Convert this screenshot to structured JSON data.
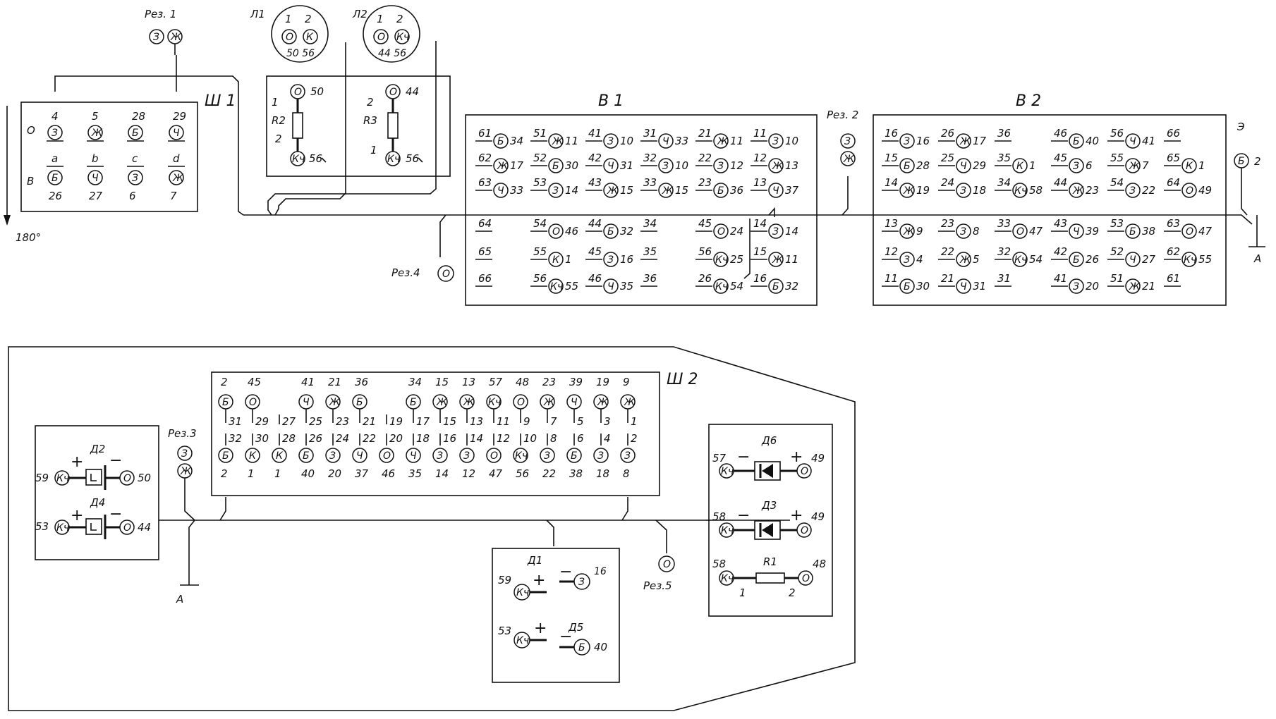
{
  "ref_a": "А",
  "angle": "180°",
  "shunts": {
    "rez1": "Рез. 1",
    "rez2": "Рез. 2",
    "rez3": "Рез.3",
    "rez4": "Рез.4",
    "rez5": "Рез.5",
    "e": "Э"
  },
  "lamps": {
    "l1": "Л1",
    "l2": "Л2",
    "l1_pins": "50 56",
    "l2_pins": "44 56"
  },
  "resistors": {
    "r1": "R1",
    "r2": "R2",
    "r3": "R3"
  },
  "diodes": {
    "d1": "Д1",
    "d2": "Д2",
    "d3": "Д3",
    "d4": "Д4",
    "d5": "Д5",
    "d6": "Д6"
  },
  "sh1": {
    "title": "Ш 1",
    "row_o": "О",
    "row_v": "В",
    "top": [
      {
        "above": "4",
        "c": "З"
      },
      {
        "above": "5",
        "c": "Ж"
      },
      {
        "above": "28",
        "c": "Б"
      },
      {
        "above": "29",
        "c": "Ч"
      }
    ],
    "bottom": [
      {
        "above": "a",
        "c": "Б",
        "below": "26"
      },
      {
        "above": "b",
        "c": "Ч",
        "below": "27"
      },
      {
        "above": "c",
        "c": "З",
        "below": "6"
      },
      {
        "above": "d",
        "c": "Ж",
        "below": "7"
      }
    ]
  },
  "b1": {
    "title": "В 1",
    "upper": [
      [
        {
          "p": "61",
          "c": "Б",
          "w": "34"
        },
        {
          "p": "62",
          "c": "Ж",
          "w": "17"
        },
        {
          "p": "63",
          "c": "Ч",
          "w": "33"
        }
      ],
      [
        {
          "p": "51",
          "c": "Ж",
          "w": "11"
        },
        {
          "p": "52",
          "c": "Б",
          "w": "30"
        },
        {
          "p": "53",
          "c": "З",
          "w": "14"
        }
      ],
      [
        {
          "p": "41",
          "c": "З",
          "w": "10"
        },
        {
          "p": "42",
          "c": "Ч",
          "w": "31"
        },
        {
          "p": "43",
          "c": "Ж",
          "w": "15"
        }
      ],
      [
        {
          "p": "31",
          "c": "Ч",
          "w": "33"
        },
        {
          "p": "32",
          "c": "З",
          "w": "10"
        },
        {
          "p": "33",
          "c": "Ж",
          "w": "15"
        }
      ],
      [
        {
          "p": "21",
          "c": "Ж",
          "w": "11"
        },
        {
          "p": "22",
          "c": "З",
          "w": "12"
        },
        {
          "p": "23",
          "c": "Б",
          "w": "36"
        }
      ],
      [
        {
          "p": "11",
          "c": "З",
          "w": "10"
        },
        {
          "p": "12",
          "c": "Ж",
          "w": "13"
        },
        {
          "p": "13",
          "c": "Ч",
          "w": "37"
        }
      ]
    ],
    "lower": [
      [
        {
          "p": "64",
          "c": "",
          "w": ""
        },
        {
          "p": "65",
          "c": "",
          "w": ""
        },
        {
          "p": "66",
          "c": "",
          "w": ""
        }
      ],
      [
        {
          "p": "54",
          "c": "О",
          "w": "46"
        },
        {
          "p": "55",
          "c": "К",
          "w": "1"
        },
        {
          "p": "56",
          "c": "Кч",
          "w": "55"
        }
      ],
      [
        {
          "p": "44",
          "c": "Б",
          "w": "32"
        },
        {
          "p": "45",
          "c": "З",
          "w": "16"
        },
        {
          "p": "46",
          "c": "Ч",
          "w": "35"
        }
      ],
      [
        {
          "p": "34",
          "c": "",
          "w": ""
        },
        {
          "p": "35",
          "c": "",
          "w": ""
        },
        {
          "p": "36",
          "c": "",
          "w": ""
        }
      ],
      [
        {
          "p": "45",
          "c": "О",
          "w": "24"
        },
        {
          "p": "56",
          "c": "Кч",
          "w": "25"
        },
        {
          "p": "26",
          "c": "Кч",
          "w": "54"
        }
      ],
      [
        {
          "p": "14",
          "c": "З",
          "w": "14"
        },
        {
          "p": "15",
          "c": "Ж",
          "w": "11"
        },
        {
          "p": "16",
          "c": "Б",
          "w": "32"
        }
      ]
    ]
  },
  "b2": {
    "title": "В 2",
    "upper": [
      [
        {
          "p": "16",
          "c": "З",
          "w": "16"
        },
        {
          "p": "15",
          "c": "Б",
          "w": "28"
        },
        {
          "p": "14",
          "c": "Ж",
          "w": "19"
        }
      ],
      [
        {
          "p": "26",
          "c": "Ж",
          "w": "17"
        },
        {
          "p": "25",
          "c": "Ч",
          "w": "29"
        },
        {
          "p": "24",
          "c": "З",
          "w": "18"
        }
      ],
      [
        {
          "p": "36",
          "c": "",
          "w": ""
        },
        {
          "p": "35",
          "c": "К",
          "w": "1"
        },
        {
          "p": "34",
          "c": "Кч",
          "w": "58"
        }
      ],
      [
        {
          "p": "46",
          "c": "Б",
          "w": "40"
        },
        {
          "p": "45",
          "c": "З",
          "w": "6"
        },
        {
          "p": "44",
          "c": "Ж",
          "w": "23"
        }
      ],
      [
        {
          "p": "56",
          "c": "Ч",
          "w": "41"
        },
        {
          "p": "55",
          "c": "Ж",
          "w": "7"
        },
        {
          "p": "54",
          "c": "З",
          "w": "22"
        }
      ],
      [
        {
          "p": "66",
          "c": "",
          "w": ""
        },
        {
          "p": "65",
          "c": "К",
          "w": "1"
        },
        {
          "p": "64",
          "c": "О",
          "w": "49"
        }
      ]
    ],
    "lower": [
      [
        {
          "p": "13",
          "c": "Ж",
          "w": "9"
        },
        {
          "p": "12",
          "c": "З",
          "w": "4"
        },
        {
          "p": "11",
          "c": "Б",
          "w": "30"
        }
      ],
      [
        {
          "p": "23",
          "c": "З",
          "w": "8"
        },
        {
          "p": "22",
          "c": "Ж",
          "w": "5"
        },
        {
          "p": "21",
          "c": "Ч",
          "w": "31"
        }
      ],
      [
        {
          "p": "33",
          "c": "О",
          "w": "47"
        },
        {
          "p": "32",
          "c": "Кч",
          "w": "54"
        },
        {
          "p": "31",
          "c": "",
          "w": ""
        }
      ],
      [
        {
          "p": "43",
          "c": "Ч",
          "w": "39"
        },
        {
          "p": "42",
          "c": "Б",
          "w": "26"
        },
        {
          "p": "41",
          "c": "З",
          "w": "20"
        }
      ],
      [
        {
          "p": "53",
          "c": "Б",
          "w": "38"
        },
        {
          "p": "52",
          "c": "Ч",
          "w": "27"
        },
        {
          "p": "51",
          "c": "Ж",
          "w": "21"
        }
      ],
      [
        {
          "p": "63",
          "c": "О",
          "w": "47"
        },
        {
          "p": "62",
          "c": "Кч",
          "w": "55"
        },
        {
          "p": "61",
          "c": "",
          "w": ""
        }
      ]
    ]
  },
  "sh2": {
    "title": "Ш 2",
    "top_labels": [
      "2",
      "45",
      "",
      "41",
      "21",
      "36",
      "",
      "34",
      "15",
      "13",
      "57",
      "48",
      "23",
      "39",
      "19",
      "9"
    ],
    "top_colors": [
      "Б",
      "О",
      "",
      "Ч",
      "Ж",
      "Б",
      "",
      "Б",
      "Ж",
      "Ж",
      "Кч",
      "О",
      "Ж",
      "Ч",
      "Ж",
      "Ж"
    ],
    "top_pins": [
      "31",
      "29",
      "27",
      "25",
      "23",
      "21",
      "19",
      "17",
      "15",
      "13",
      "11",
      "9",
      "7",
      "5",
      "3",
      "1"
    ],
    "bot_pins": [
      "32",
      "30",
      "28",
      "26",
      "24",
      "22",
      "20",
      "18",
      "16",
      "14",
      "12",
      "10",
      "8",
      "6",
      "4",
      "2"
    ],
    "bot_colors": [
      "Б",
      "К",
      "К",
      "Б",
      "З",
      "Ч",
      "О",
      "Ч",
      "З",
      "З",
      "О",
      "Кч",
      "З",
      "Б",
      "З",
      "З"
    ],
    "bot_labels": [
      "2",
      "1",
      "1",
      "40",
      "20",
      "37",
      "46",
      "35",
      "14",
      "12",
      "47",
      "56",
      "22",
      "38",
      "18",
      "8"
    ]
  },
  "misc": {
    "r2_top": "50",
    "r2_bot": "56",
    "r3_top": "44",
    "r3_bot": "56",
    "r2_n1": "1",
    "r2_n2": "2",
    "r3_n1": "2",
    "r3_n2": "1",
    "d2_left": "59",
    "d2_right": "50",
    "d4_left": "53",
    "d4_right": "44",
    "d6_left": "57",
    "d6_right": "49",
    "d3_left": "58",
    "d3_right": "49",
    "r1_left": "58",
    "r1_right": "48",
    "r1_n1": "1",
    "r1_n2": "2",
    "d1_left": "59",
    "d1_right": "16",
    "d5_left": "53",
    "d5_right": "40",
    "e_num": "2"
  }
}
